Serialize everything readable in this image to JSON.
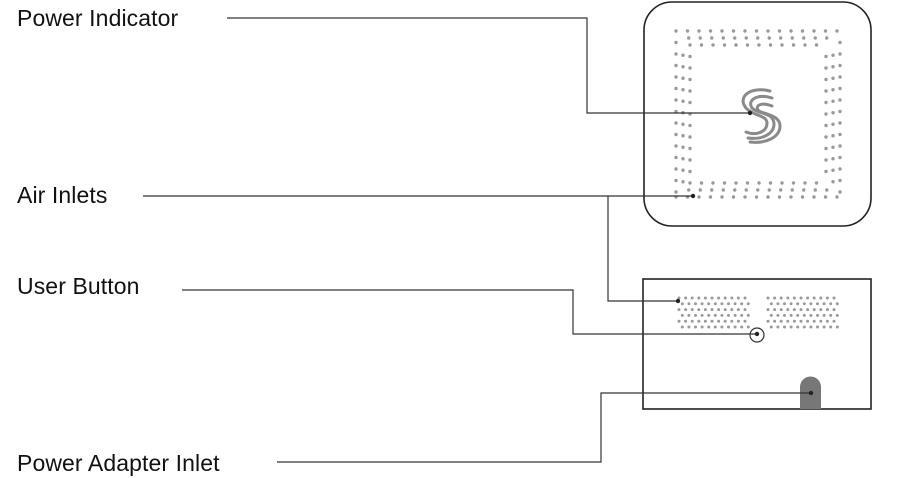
{
  "diagram": {
    "labels": {
      "power_indicator": "Power Indicator",
      "air_inlets": "Air Inlets",
      "user_button": "User Button",
      "power_adapter_inlet": "Power Adapter Inlet"
    }
  }
}
